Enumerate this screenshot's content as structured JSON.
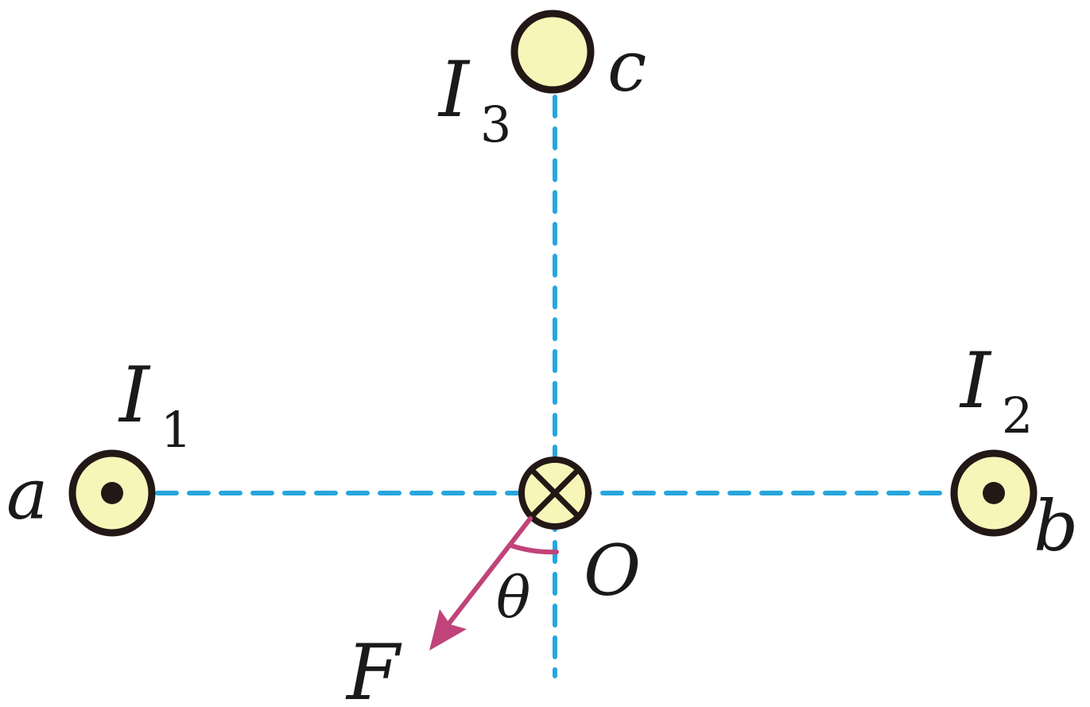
{
  "colors": {
    "background": "#ffffff",
    "dashed_axis": "#27a6dc",
    "wire_fill": "#f8f5b9",
    "wire_outline": "#231815",
    "force_vector": "#c0437a"
  },
  "wires": {
    "a": {
      "point_label": "a",
      "current_symbol": "I",
      "current_subscript": "1",
      "direction": "out-of-page-dot"
    },
    "b": {
      "point_label": "b",
      "current_symbol": "I",
      "current_subscript": "2",
      "direction": "out-of-page-dot"
    },
    "c": {
      "point_label": "c",
      "current_symbol": "I",
      "current_subscript": "3",
      "direction": "none"
    },
    "o": {
      "point_label": "O",
      "direction": "into-page-cross"
    }
  },
  "force": {
    "label": "F"
  },
  "angle": {
    "label": "θ"
  }
}
